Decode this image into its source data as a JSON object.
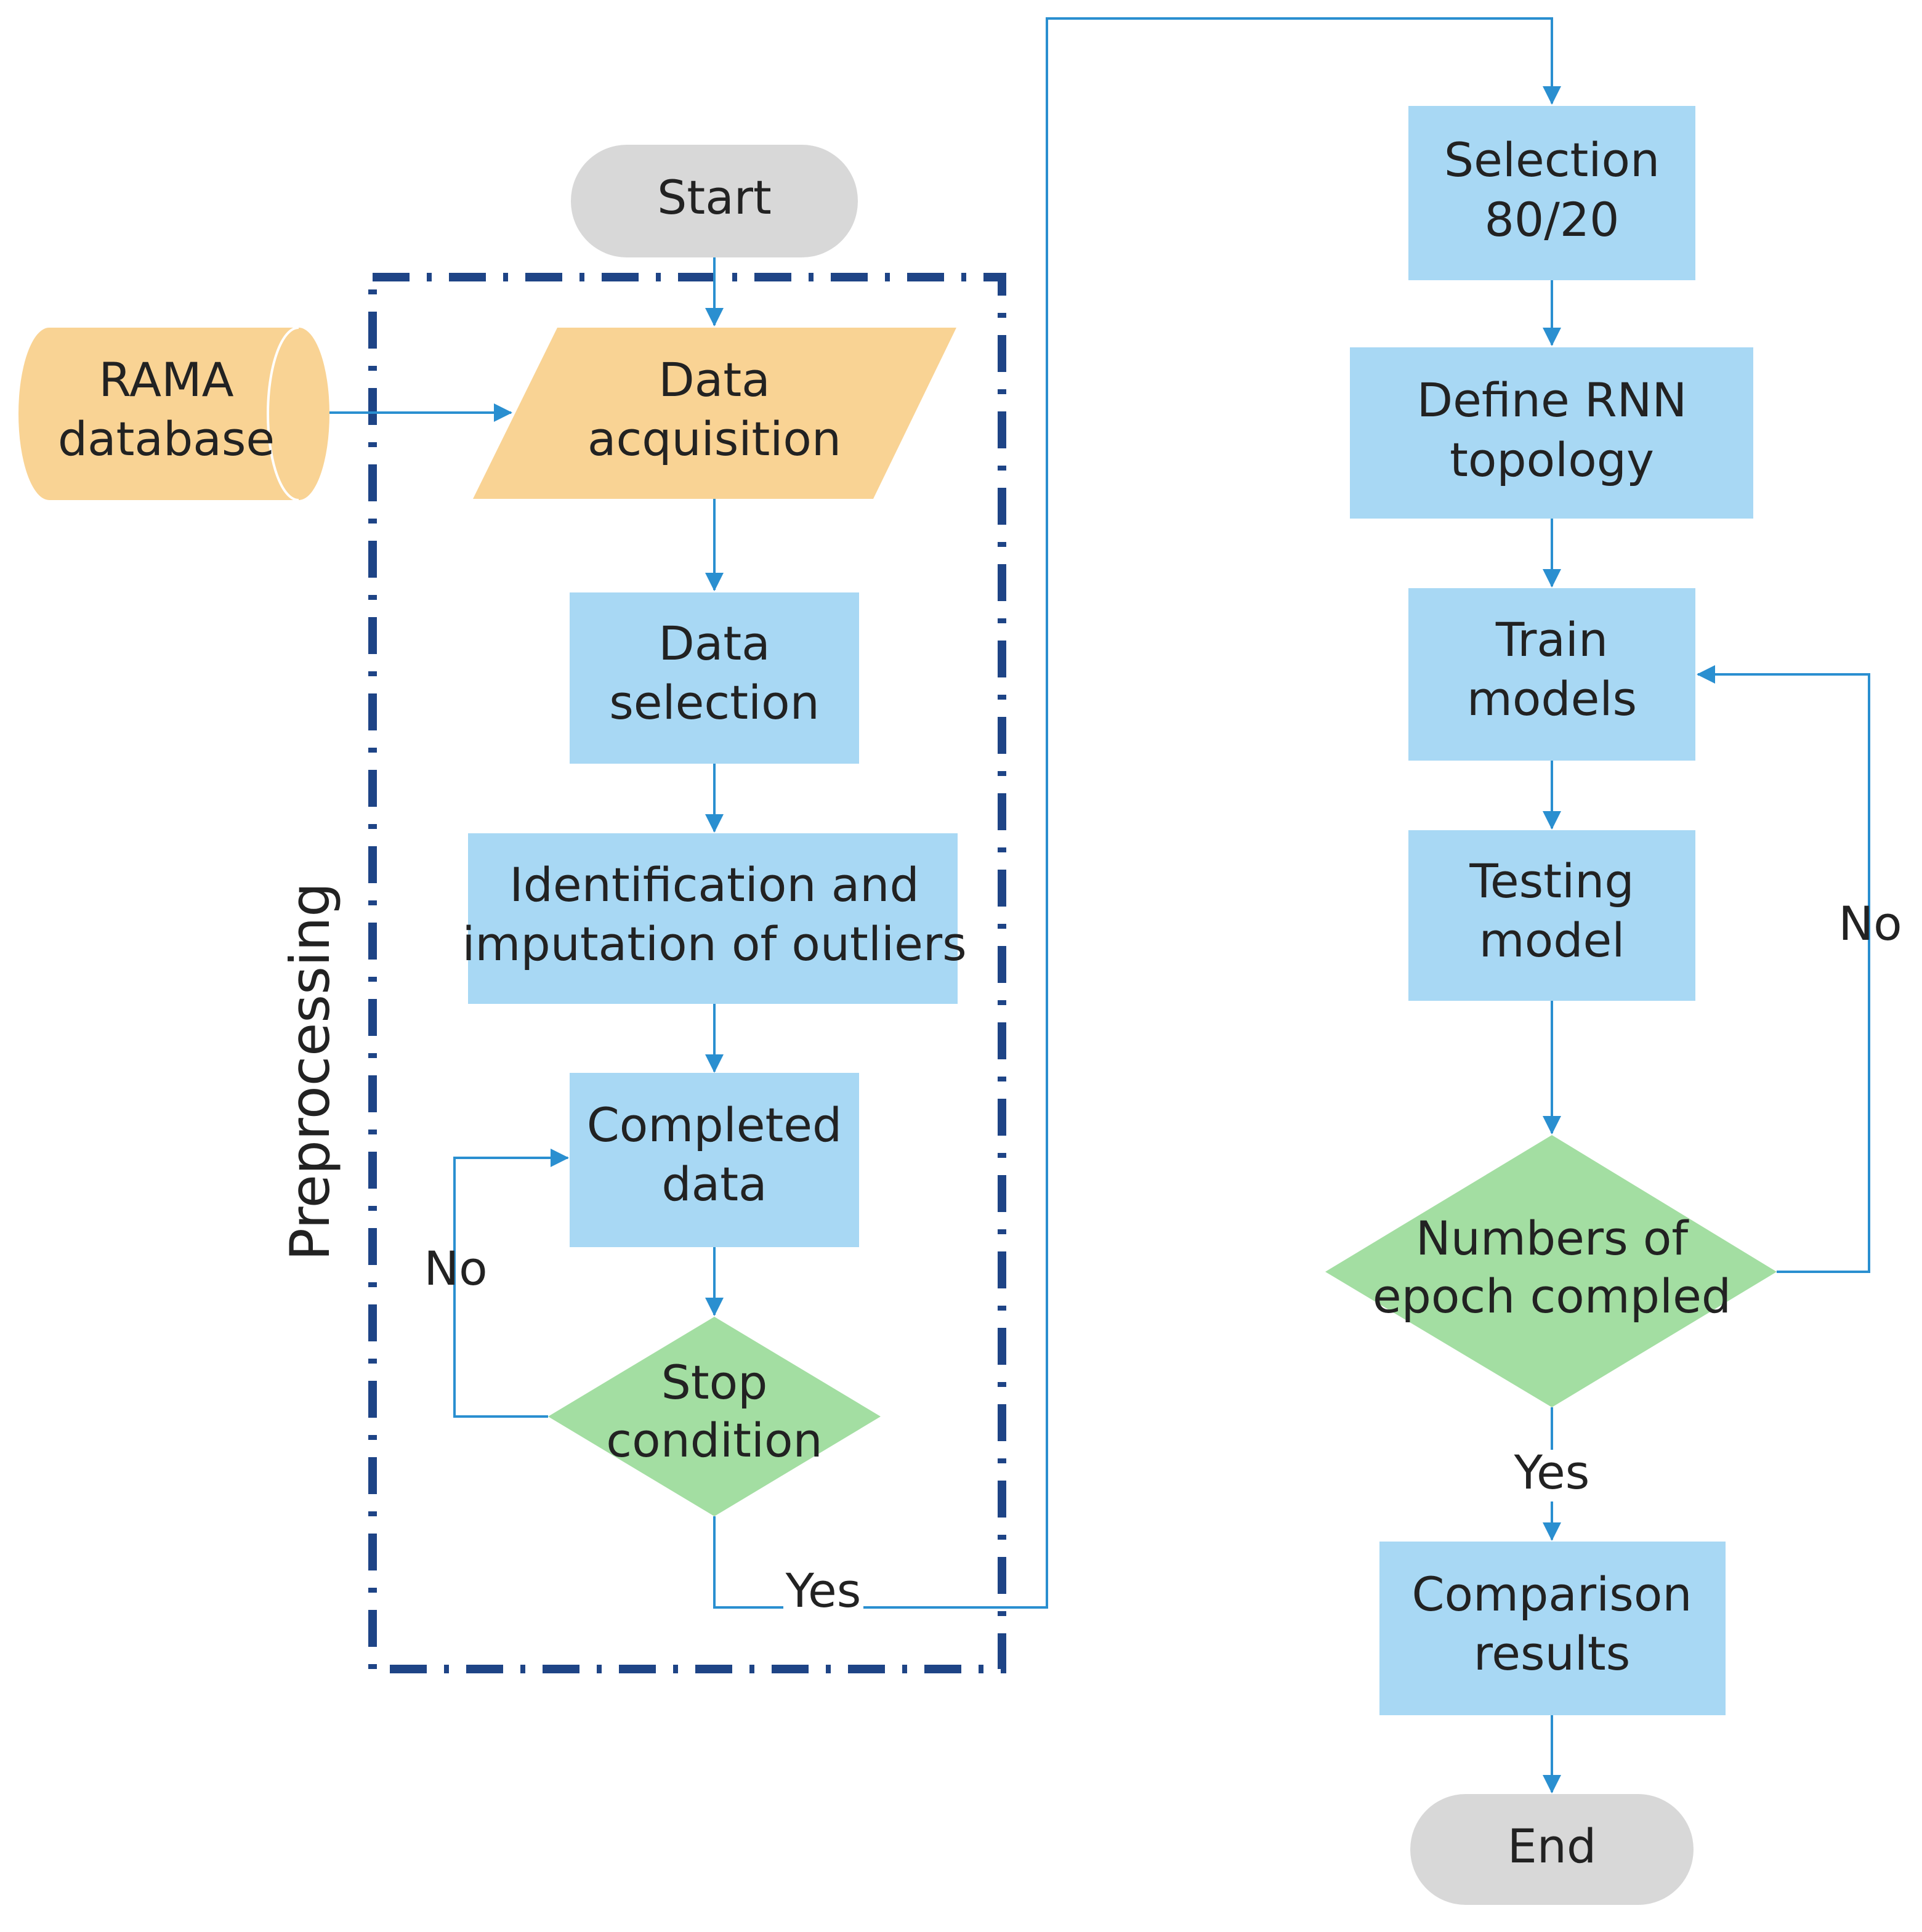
{
  "colors": {
    "process": "#a8d8f4",
    "io": "#f9d394",
    "decision": "#a3dea2",
    "terminal": "#d8d8d8",
    "connector": "#2a8fd0",
    "group_border": "#1e4486"
  },
  "group": {
    "label": "Preprocessing"
  },
  "nodes": {
    "start": {
      "label": "Start"
    },
    "rama": {
      "lines": [
        "RAMA",
        "database"
      ]
    },
    "acquisition": {
      "lines": [
        "Data",
        "acquisition"
      ]
    },
    "selection": {
      "lines": [
        "Data",
        "selection"
      ]
    },
    "outliers": {
      "lines": [
        "Identification and",
        "imputation of outliers"
      ]
    },
    "completed": {
      "lines": [
        "Completed",
        "data"
      ]
    },
    "stop": {
      "lines": [
        "Stop",
        "condition"
      ]
    },
    "split": {
      "lines": [
        "Selection",
        "80/20"
      ]
    },
    "rnn": {
      "lines": [
        "Define RNN",
        "topology"
      ]
    },
    "train": {
      "lines": [
        "Train",
        "models"
      ]
    },
    "testing": {
      "lines": [
        "Testing",
        "model"
      ]
    },
    "epoch": {
      "lines": [
        "Numbers of",
        "epoch compled"
      ]
    },
    "comparison": {
      "lines": [
        "Comparison",
        "results"
      ]
    },
    "end": {
      "label": "End"
    }
  },
  "edge_labels": {
    "stop_no": "No",
    "stop_yes": "Yes",
    "epoch_no": "No",
    "epoch_yes": "Yes"
  }
}
